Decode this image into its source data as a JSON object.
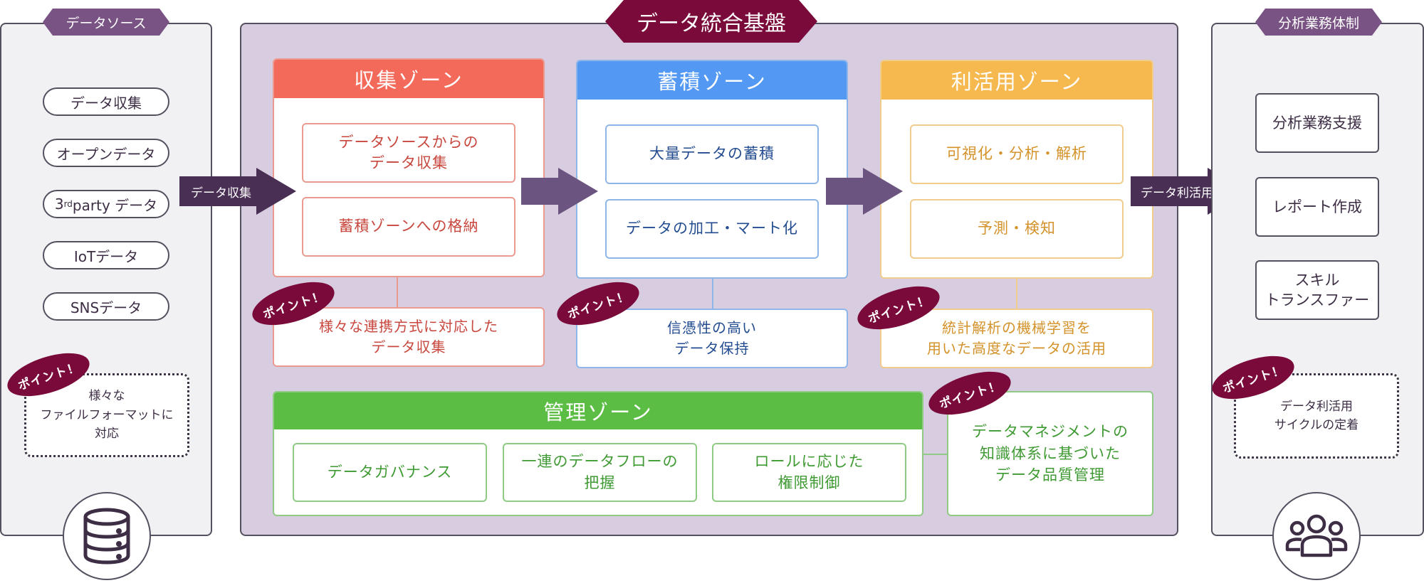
{
  "left_panel": {
    "title": "データソース",
    "sources": [
      {
        "label_main": "データ収集"
      },
      {
        "label_main": "オープンデータ"
      },
      {
        "label_pre": "3",
        "label_sup": "rd",
        "label_main": "party データ"
      },
      {
        "label_main": "IoTデータ"
      },
      {
        "label_main": "SNSデータ"
      }
    ],
    "point_badge": "ポイント！",
    "point_lines": [
      "様々な",
      "ファイルフォーマットに",
      "対応"
    ],
    "icon": "database-icon"
  },
  "arrows": {
    "collect": "データ収集",
    "utilize": "データ利活用"
  },
  "main_panel": {
    "title": "データ統合基盤",
    "zones": [
      {
        "title": "収集ゾーン",
        "color": "#f46a5a",
        "text_color": "#c8473e",
        "border_color": "#eb9a90",
        "items": [
          [
            "データソースからの",
            "データ収集"
          ],
          [
            "蓄積ゾーンへの格納"
          ]
        ],
        "point_badge": "ポイント！",
        "point_lines": [
          "様々な連携方式に対応した",
          "データ収集"
        ]
      },
      {
        "title": "蓄積ゾーン",
        "color": "#5398f2",
        "text_color": "#234d90",
        "border_color": "#8fb6e8",
        "items": [
          [
            "大量データの蓄積"
          ],
          [
            "データの加工・マート化"
          ]
        ],
        "point_badge": "ポイント！",
        "point_lines": [
          "信憑性の高い",
          "データ保持"
        ]
      },
      {
        "title": "利活用ゾーン",
        "color": "#f5b94f",
        "text_color": "#d4922a",
        "border_color": "#f0cd8c",
        "items": [
          [
            "可視化・分析・解析"
          ],
          [
            "予測・検知"
          ]
        ],
        "point_badge": "ポイント！",
        "point_lines": [
          "統計解析の機械学習を",
          "用いた高度なデータの活用"
        ]
      }
    ],
    "management": {
      "title": "管理ゾーン",
      "color": "#5cbd45",
      "text_color": "#3f9a33",
      "border_color": "#8fcb84",
      "items": [
        [
          "データガバナンス"
        ],
        [
          "一連のデータフローの",
          "把握"
        ],
        [
          "ロールに応じた",
          "権限制御"
        ]
      ],
      "point_badge": "ポイント！",
      "point_lines": [
        "データマネジメントの",
        "知識体系に基づいた",
        "データ品質管理"
      ]
    }
  },
  "right_panel": {
    "title": "分析業務体制",
    "items": [
      [
        "分析業務支援"
      ],
      [
        "レポート作成"
      ],
      [
        "スキル",
        "トランスファー"
      ]
    ],
    "point_badge": "ポイント！",
    "point_lines": [
      "データ利活用",
      "サイクルの定着"
    ],
    "icon": "team-icon"
  }
}
